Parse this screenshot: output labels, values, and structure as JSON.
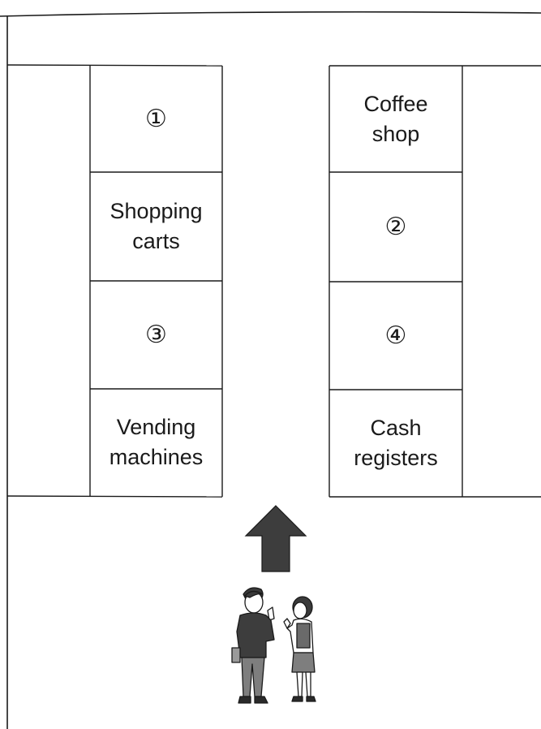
{
  "colors": {
    "line": "#1a1a1a",
    "arrow": "#3d3d3d",
    "background": "#ffffff"
  },
  "left_aisle": {
    "slots": [
      {
        "label": "①"
      },
      {
        "label": "Shopping\ncarts"
      },
      {
        "label": "③"
      },
      {
        "label": "Vending\nmachines"
      }
    ]
  },
  "right_aisle": {
    "slots": [
      {
        "label": "Coffee\nshop"
      },
      {
        "label": "②"
      },
      {
        "label": "④"
      },
      {
        "label": "Cash\nregisters"
      }
    ]
  },
  "direction_arrow": {
    "icon": "up-arrow-icon"
  },
  "people": {
    "icon": "two-people-talking-illustration"
  }
}
